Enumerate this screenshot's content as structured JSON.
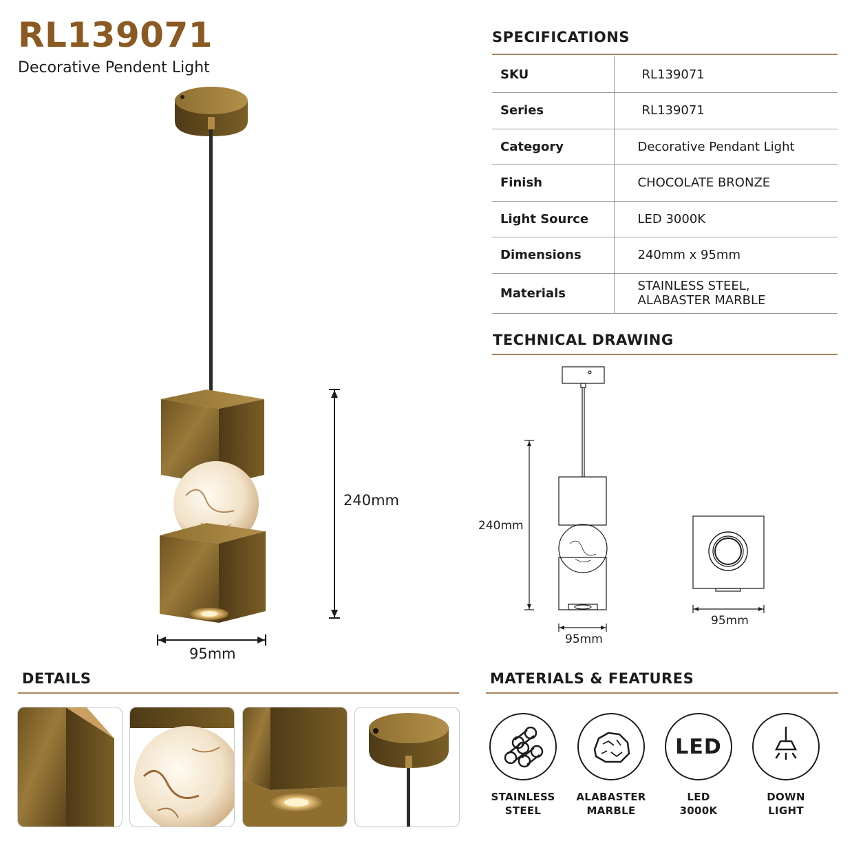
{
  "header": {
    "code": "RL139071",
    "subtitle": "Decorative Pendent Light"
  },
  "specifications": {
    "title": "SPECIFICATIONS",
    "rows": [
      {
        "key": "SKU",
        "value": "RL139071"
      },
      {
        "key": "Series",
        "value": "RL139071"
      },
      {
        "key": "Category",
        "value": "Decorative Pendant Light"
      },
      {
        "key": "Finish",
        "value": "CHOCOLATE BRONZE"
      },
      {
        "key": "Light Source",
        "value": "LED 3000K"
      },
      {
        "key": "Dimensions",
        "value": "240mm x 95mm"
      },
      {
        "key": "Materials",
        "value": "STAINLESS STEEL,",
        "value2": "ALABASTER MARBLE"
      }
    ]
  },
  "photo": {
    "height_label": "240mm",
    "width_label": "95mm"
  },
  "technical_drawing": {
    "title": "TECHNICAL DRAWING",
    "height_label": "240mm",
    "width_label": "95mm",
    "top_view_width_label": "95mm"
  },
  "details": {
    "title": "DETAILS"
  },
  "features": {
    "title": "MATERIALS & FEATURES",
    "items": [
      {
        "icon": "stainless-steel-icon",
        "line1": "STAINLESS",
        "line2": "STEEL"
      },
      {
        "icon": "alabaster-marble-icon",
        "line1": "ALABASTER",
        "line2": "MARBLE"
      },
      {
        "icon": "led-icon",
        "icon_text": "LED",
        "line1": "LED",
        "line2": "3000K"
      },
      {
        "icon": "down-light-icon",
        "line1": "DOWN",
        "line2": "LIGHT"
      }
    ]
  },
  "colors": {
    "accent": "#8a5a22",
    "rule": "#a8845a",
    "bronze": "#8c6a2e"
  }
}
